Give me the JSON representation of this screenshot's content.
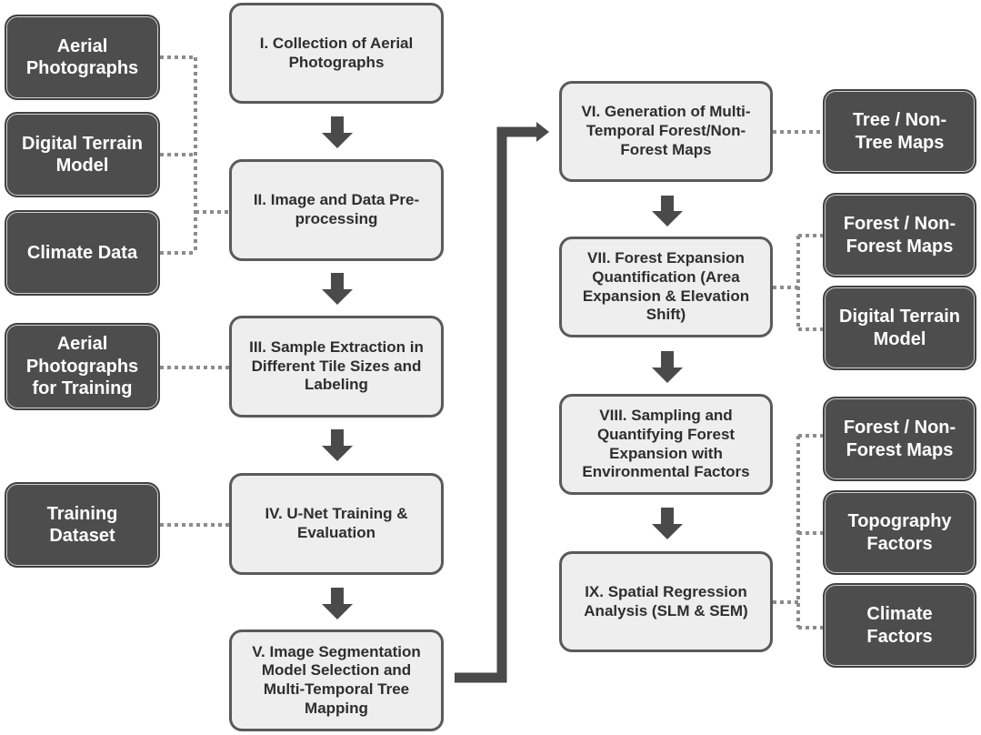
{
  "steps": {
    "s1": "I. Collection of Aerial\nPhotographs",
    "s2": "II. Image and Data Pre-\nprocessing",
    "s3": "III. Sample Extraction in\nDifferent Tile Sizes and\nLabeling",
    "s4": "IV. U-Net Training &\nEvaluation",
    "s5": "V. Image Segmentation\nModel Selection and\nMulti-Temporal Tree\nMapping",
    "s6": "VI. Generation of Multi-\nTemporal Forest/Non-\nForest Maps",
    "s7": "VII. Forest Expansion\nQuantification (Area\nExpansion & Elevation\nShift)",
    "s8": "VIII. Sampling and\nQuantifying Forest\nExpansion with\nEnvironmental Factors",
    "s9": "IX. Spatial Regression\nAnalysis (SLM & SEM)"
  },
  "inputs": {
    "aerial_photographs": "Aerial\nPhotographs",
    "digital_terrain_model_left": "Digital Terrain\nModel",
    "climate_data": "Climate Data",
    "aerial_photographs_training": "Aerial\nPhotographs\nfor Training",
    "training_dataset": "Training\nDataset"
  },
  "outputs": {
    "tree_nontree_maps": "Tree / Non-\nTree Maps",
    "forest_nonforest_maps_a": "Forest / Non-\nForest Maps",
    "digital_terrain_model_right": "Digital Terrain\nModel",
    "forest_nonforest_maps_b": "Forest / Non-\nForest Maps",
    "topography_factors": "Topography\nFactors",
    "climate_factors": "Climate\nFactors"
  },
  "colors": {
    "step_fill": "#eeeeee",
    "step_border": "#5a5a5a",
    "data_fill": "#4d4d4d",
    "arrow": "#4a4a4a",
    "dotted_link": "#8c8c8c"
  }
}
